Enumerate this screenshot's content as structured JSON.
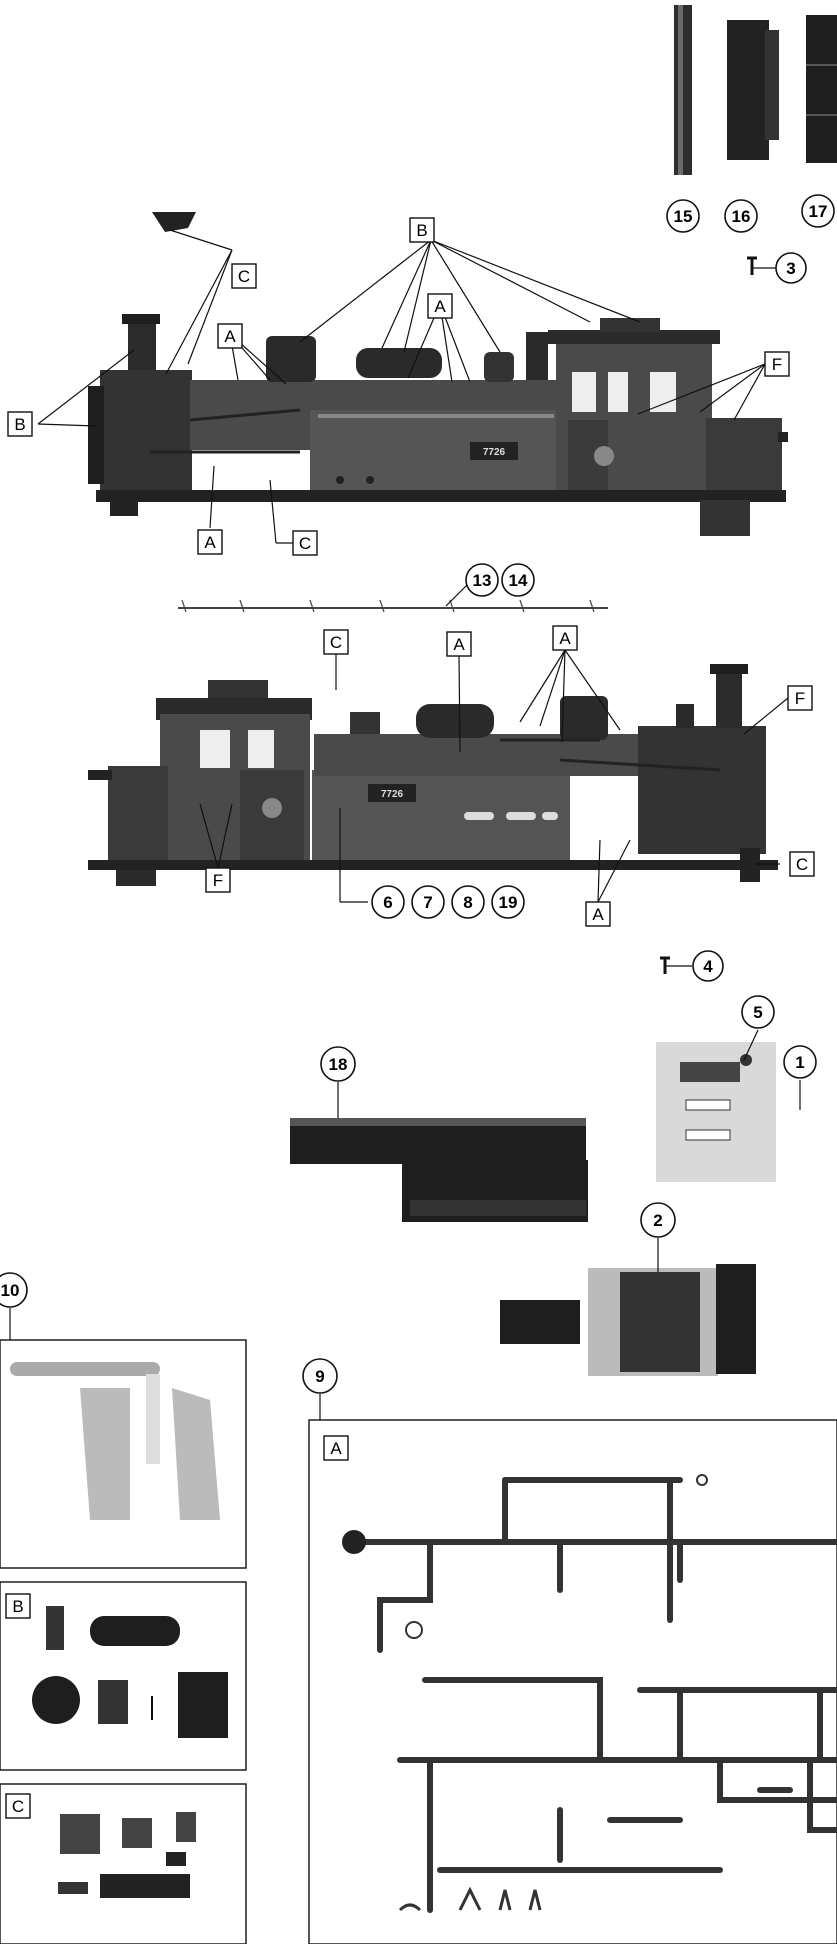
{
  "callouts": {
    "square": [
      "A",
      "B",
      "C",
      "F"
    ],
    "circle": [
      "1",
      "2",
      "3",
      "4",
      "5",
      "6",
      "7",
      "8",
      "9",
      "10",
      "13",
      "14",
      "15",
      "16",
      "17",
      "18",
      "19"
    ]
  },
  "number_plate": "7726",
  "panels": {
    "panel_9_label": "A",
    "panel_10b_label": "B",
    "panel_10c_label": "C"
  },
  "colors": {
    "ink": "#111111",
    "body_dark": "#3a3a3a",
    "body_mid": "#5a5a5a",
    "paper": "#ffffff"
  }
}
